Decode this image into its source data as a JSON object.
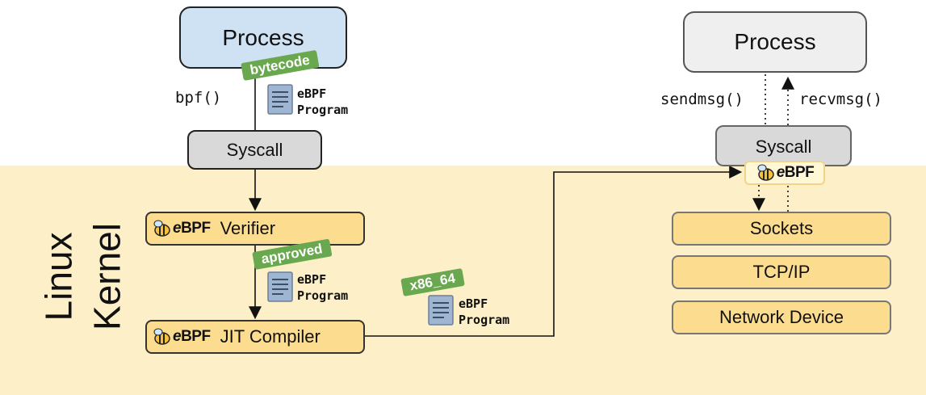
{
  "kernel_label": {
    "line1": "Linux",
    "line2": "Kernel"
  },
  "left": {
    "process": "Process",
    "bpf_call": "bpf()",
    "syscall": "Syscall",
    "bytecode_tag": "bytecode",
    "program_label_1": "eBPF",
    "program_label_2": "Program",
    "verifier": "Verifier",
    "approved_tag": "approved",
    "jit": "JIT Compiler"
  },
  "middle": {
    "arch_tag": "x86_64",
    "program_label_1": "eBPF",
    "program_label_2": "Program"
  },
  "right": {
    "process": "Process",
    "sendmsg": "sendmsg()",
    "recvmsg": "recvmsg()",
    "syscall": "Syscall",
    "sockets": "Sockets",
    "tcpip": "TCP/IP",
    "network_device": "Network Device"
  },
  "logo": {
    "e": "e",
    "bpf": "BPF"
  },
  "colors": {
    "kernel_background": "#fdf0c8",
    "process_left": "#cfe2f3",
    "process_right": "#efefef",
    "syscall": "#d9d9d9",
    "kernel_box": "#fcdc8f",
    "tag": "#6aa84f"
  },
  "icons": [
    "document-icon",
    "bee-icon"
  ]
}
